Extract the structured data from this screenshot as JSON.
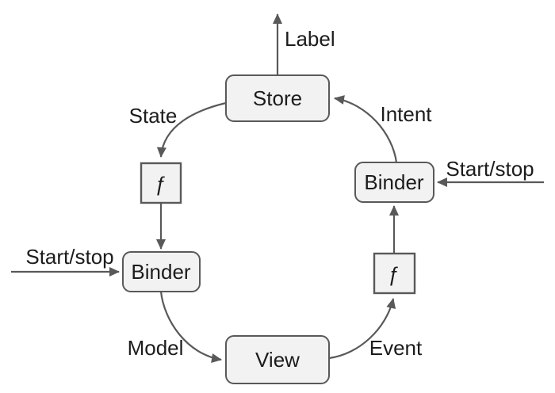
{
  "nodes": {
    "store": "Store",
    "transform_left": "ƒ",
    "binder_left": "Binder",
    "view": "View",
    "transform_right": "ƒ",
    "binder_right": "Binder"
  },
  "edges": {
    "label_out": "Label",
    "state": "State",
    "start_stop_left": "Start/stop",
    "model": "Model",
    "event": "Event",
    "start_stop_right": "Start/stop",
    "intent": "Intent"
  },
  "colors": {
    "background": "#ffffff",
    "node_fill": "#f2f2f2",
    "node_stroke": "#595959",
    "edge_line": "#595959",
    "text": "#1c1c1c"
  }
}
